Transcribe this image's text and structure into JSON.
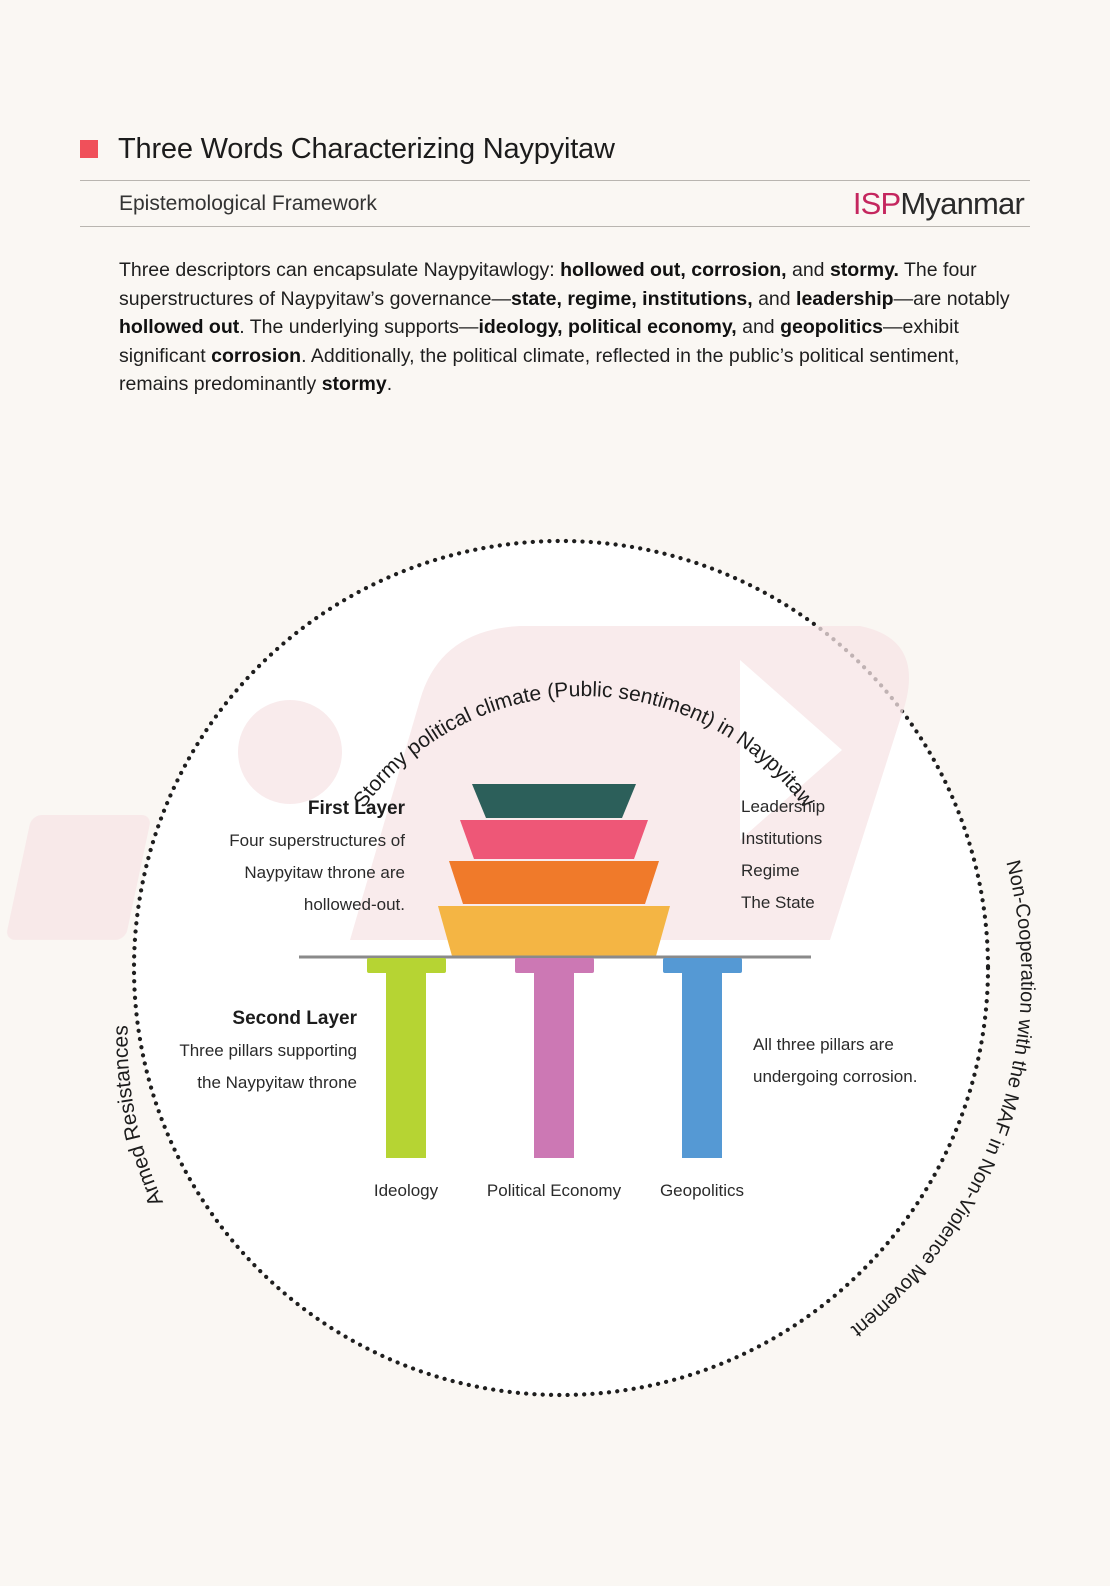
{
  "header": {
    "title": "Three Words Characterizing Naypyitaw",
    "subtitle": "Epistemological Framework",
    "brand_isp": "ISP",
    "brand_name": "Myanmar"
  },
  "intro": [
    {
      "t": "Three descriptors can encapsulate Naypyitawlogy: "
    },
    {
      "t": "hollowed out,",
      "b": true
    },
    {
      "t": " "
    },
    {
      "t": "corrosion,",
      "b": true
    },
    {
      "t": " and "
    },
    {
      "t": "stormy.",
      "b": true
    },
    {
      "t": " The four superstructures of Naypyitaw’s governance—"
    },
    {
      "t": "state,",
      "b": true
    },
    {
      "t": " "
    },
    {
      "t": "regime,",
      "b": true
    },
    {
      "t": " "
    },
    {
      "t": "institutions,",
      "b": true
    },
    {
      "t": " and "
    },
    {
      "t": "leadership",
      "b": true
    },
    {
      "t": "—are notably "
    },
    {
      "t": "hollowed out",
      "b": true
    },
    {
      "t": ". The underlying supports—"
    },
    {
      "t": "ideology,",
      "b": true
    },
    {
      "t": " "
    },
    {
      "t": "political economy,",
      "b": true
    },
    {
      "t": " and "
    },
    {
      "t": "geopolitics",
      "b": true
    },
    {
      "t": "—exhibit significant "
    },
    {
      "t": "corrosion",
      "b": true
    },
    {
      "t": ". Additionally, the political climate, reflected in the public’s political sentiment, remains predominantly "
    },
    {
      "t": "stormy",
      "b": true
    },
    {
      "t": "."
    }
  ],
  "diagram": {
    "arc_top": "Stormy political climate (Public sentiment) in Naypyitaw",
    "arc_left": "Armed Resistances",
    "arc_right": "Non-Cooperation with the MAF in Non-Violence Movement",
    "first_layer": {
      "heading": "First Layer",
      "lines": [
        "Four superstructures of",
        "Naypyitaw throne are",
        "hollowed-out."
      ]
    },
    "superstructures": [
      {
        "label": "Leadership",
        "color": "#2c5f5a"
      },
      {
        "label": "Institutions",
        "color": "#ee5777"
      },
      {
        "label": "Regime",
        "color": "#f07a2a"
      },
      {
        "label": "The State",
        "color": "#f4b544"
      }
    ],
    "second_layer": {
      "heading": "Second Layer",
      "lines": [
        "Three pillars supporting",
        "the Naypyitaw throne"
      ]
    },
    "pillars": [
      {
        "label": "Ideology",
        "color": "#b6d433"
      },
      {
        "label": "Political Economy",
        "color": "#cc78b4"
      },
      {
        "label": "Geopolitics",
        "color": "#5599d4"
      }
    ],
    "corrosion_note": [
      "All three pillars are",
      "undergoing corrosion."
    ]
  }
}
